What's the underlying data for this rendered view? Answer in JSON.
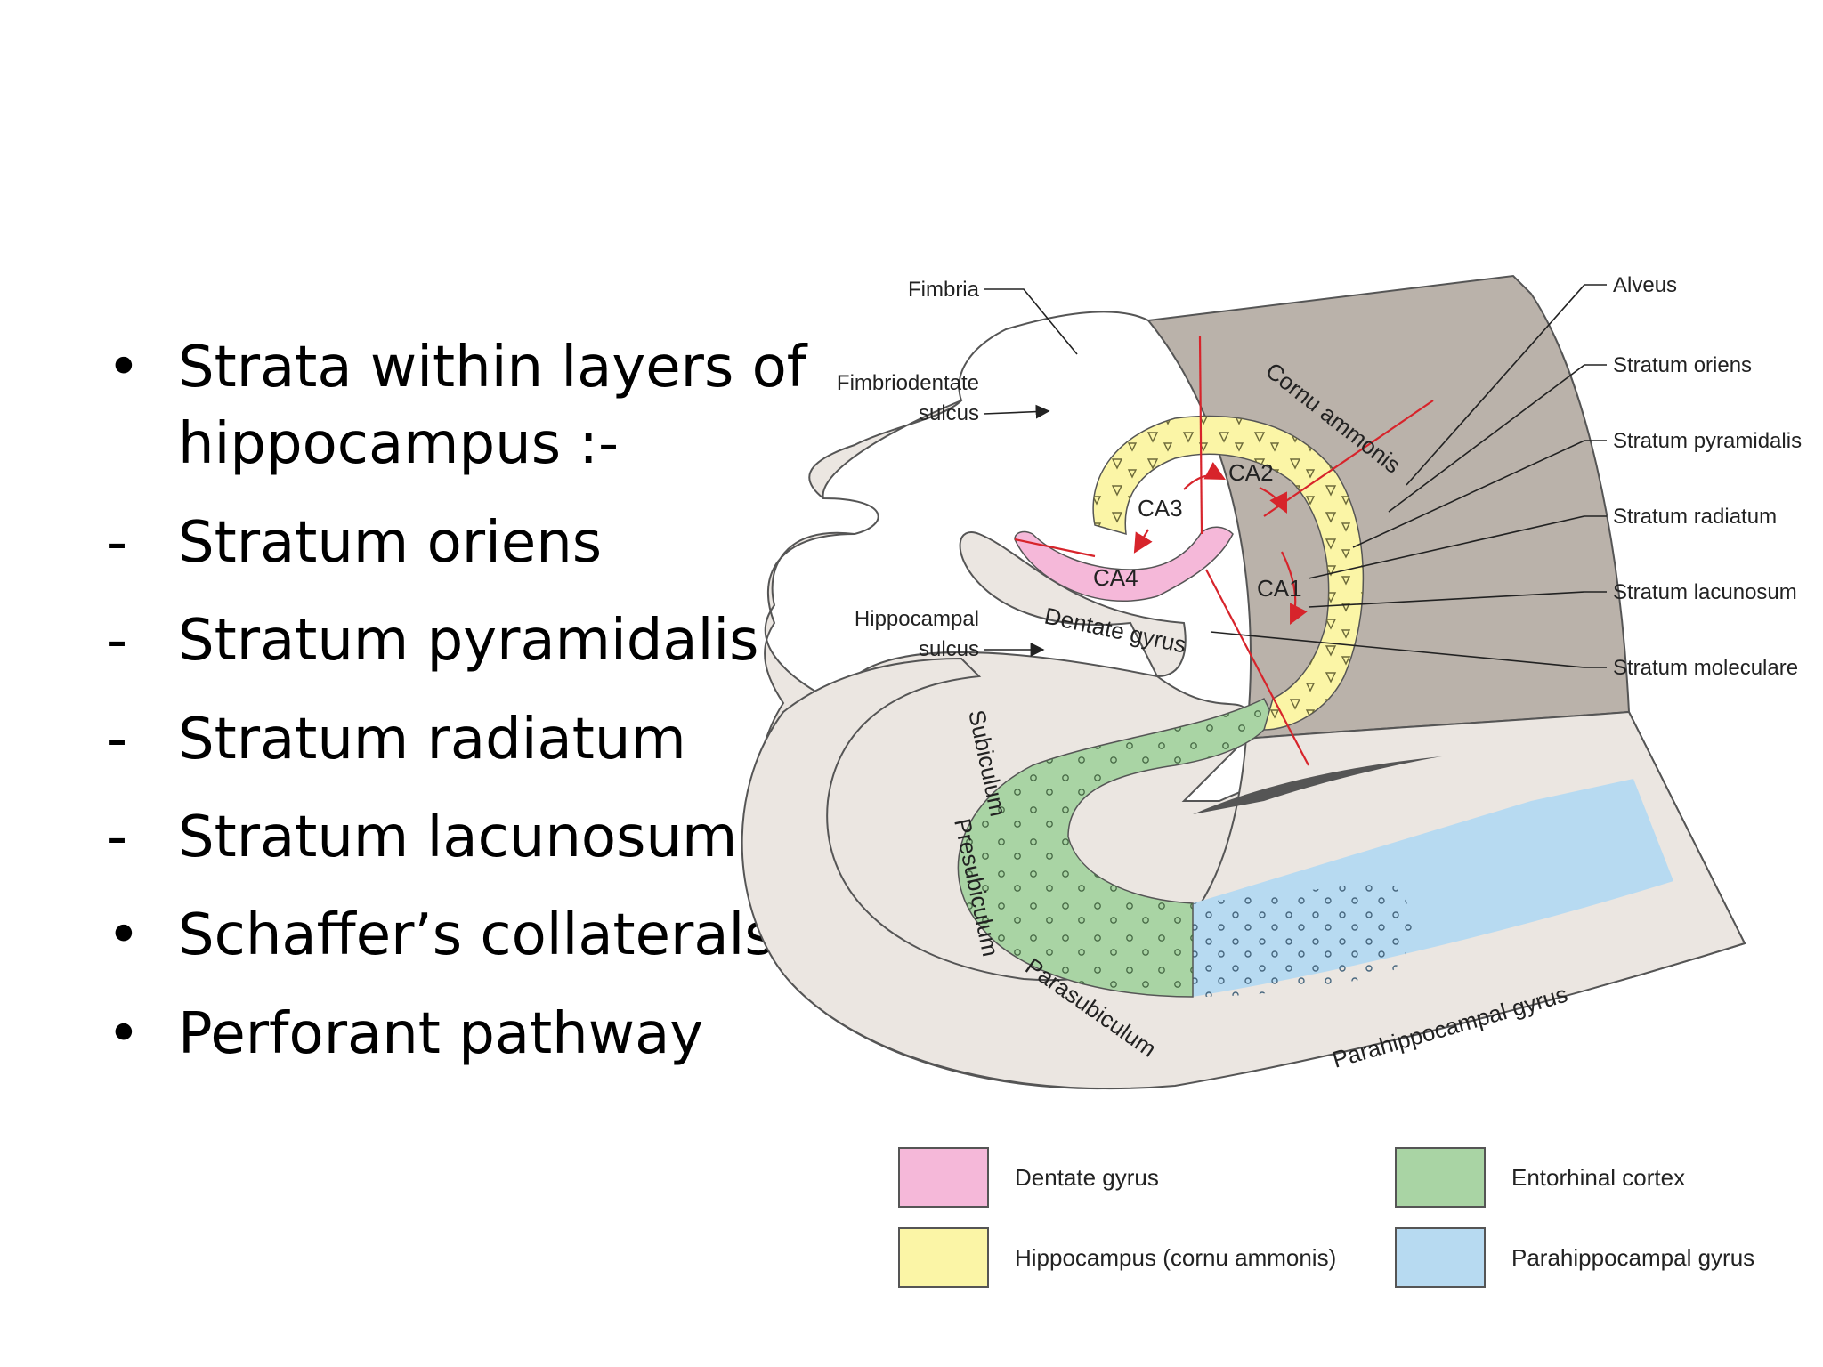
{
  "bullets": [
    {
      "marker": "•",
      "text": "Strata within layers of hippocampus :-"
    },
    {
      "marker": "-",
      "text": "Stratum oriens"
    },
    {
      "marker": "-",
      "text": "Stratum pyramidalis"
    },
    {
      "marker": "-",
      "text": "Stratum radiatum"
    },
    {
      "marker": "-",
      "text": "Stratum lacunosum"
    },
    {
      "marker": "•",
      "text": "Schaffer’s collaterals"
    },
    {
      "marker": "•",
      "text": "Perforant pathway"
    }
  ],
  "diagram": {
    "left_labels": {
      "fimbria": "Fimbria",
      "fimbriodentate_1": "Fimbriodentate",
      "fimbriodentate_2": "sulcus",
      "hippocampal_1": "Hippocampal",
      "hippocampal_2": "sulcus"
    },
    "right_labels": {
      "alveus": "Alveus",
      "oriens": "Stratum oriens",
      "pyramidalis": "Stratum pyramidalis",
      "radiatum": "Stratum radiatum",
      "lacunosum": "Stratum lacunosum",
      "moleculare": "Stratum moleculare"
    },
    "inner_labels": {
      "cornu": "Cornu ammonis",
      "ca1": "CA1",
      "ca2": "CA2",
      "ca3": "CA3",
      "ca4": "CA4",
      "dentate": "Dentate gyrus",
      "subiculum": "Subiculum",
      "presubiculum": "Presubiculum",
      "parasubiculum": "Parasubiculum",
      "parahippocampal": "Parahippocampal gyrus"
    },
    "colors": {
      "dentate": "#f5b8d9",
      "hippocampus": "#fbf5a6",
      "entorhinal": "#a9d4a4",
      "parahippocampal": "#b7daf1",
      "tissue": "#ebe6e1",
      "shadow": "#bab2aa",
      "pathway": "#d7242b"
    }
  },
  "legend": {
    "dentate": "Dentate gyrus",
    "hippocampus": "Hippocampus (cornu ammonis)",
    "entorhinal": "Entorhinal cortex",
    "parahippocampal": "Parahippocampal gyrus"
  }
}
